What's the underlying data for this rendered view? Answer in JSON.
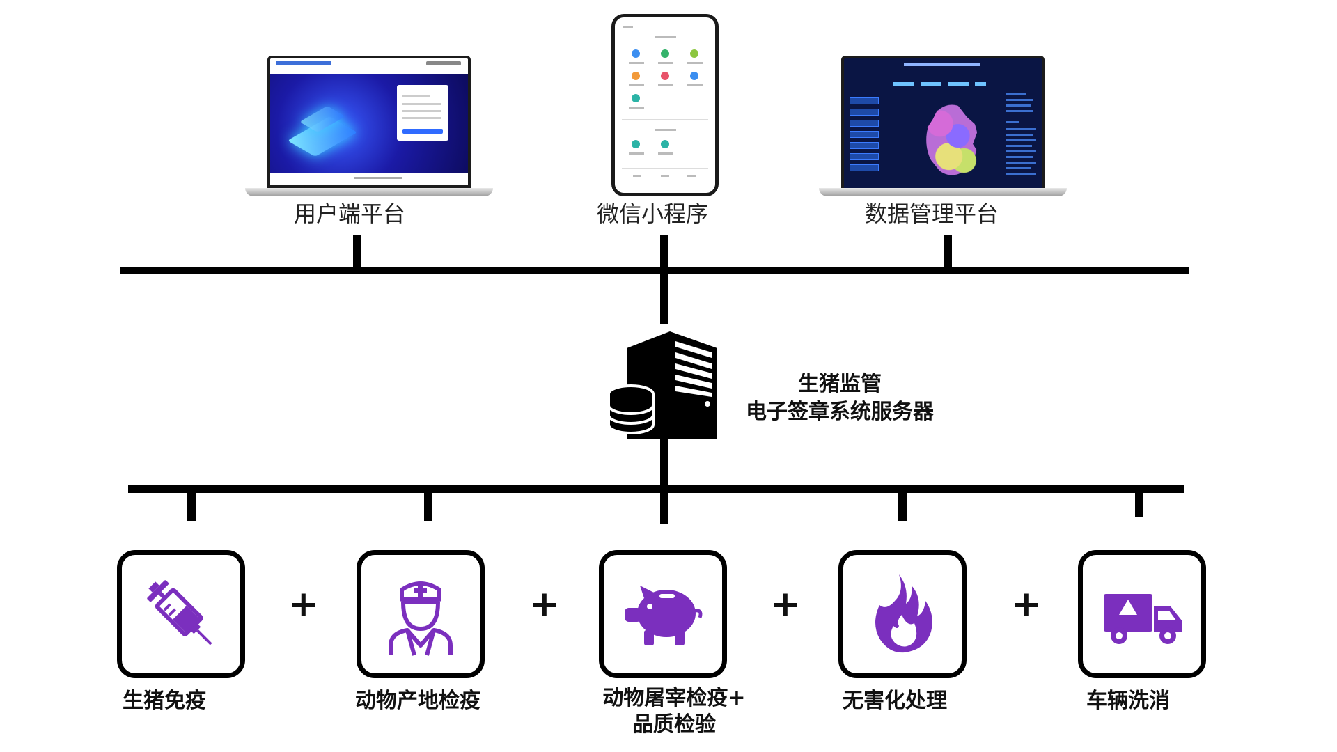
{
  "clients": {
    "user_platform": {
      "label": "用户端平台"
    },
    "wechat_mini_program": {
      "label": "微信小程序"
    },
    "data_platform": {
      "label": "数据管理平台"
    }
  },
  "server": {
    "line1": "生猪监管",
    "line2": "电子签章系统服务器"
  },
  "modules": [
    {
      "label": "生猪免疫",
      "icon": "syringe-icon"
    },
    {
      "label": "动物产地检疫",
      "icon": "doctor-icon"
    },
    {
      "label_line1": "动物屠宰检疫+",
      "label_line2": "品质检验",
      "icon": "pig-icon"
    },
    {
      "label": "无害化处理",
      "icon": "fire-icon"
    },
    {
      "label": "车辆洗消",
      "icon": "truck-icon"
    }
  ],
  "connector": "+",
  "colors": {
    "icon": "#7b2fbe",
    "lines": "#000000"
  }
}
